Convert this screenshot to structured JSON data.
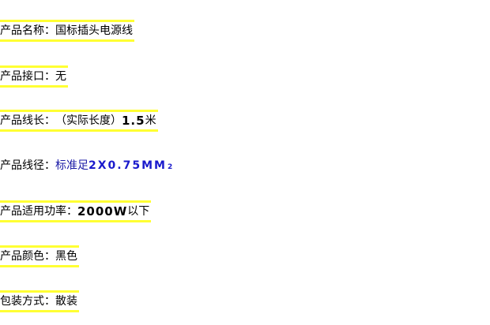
{
  "specs": [
    {
      "label": "产品名称：",
      "value": "国标插头电源线"
    },
    {
      "label": "产品接口：",
      "value": "无"
    },
    {
      "label": "产品线长：",
      "value_prefix": "（实际长度）",
      "value_number": "1.5",
      "value_suffix": "米"
    },
    {
      "label": "产品线径：",
      "value_prefix": "标准足",
      "value_number": "2X0.75MM",
      "value_sub": "2"
    },
    {
      "label": "产品适用功率：",
      "value_number": "2000W",
      "value_suffix": "以下"
    },
    {
      "label": "产品颜色：",
      "value": "黑色"
    },
    {
      "label": "包装方式：",
      "value": "散装"
    }
  ],
  "colors": {
    "highlight": "#ffff33",
    "text": "#000000",
    "accent_blue": "#1a1acc"
  }
}
